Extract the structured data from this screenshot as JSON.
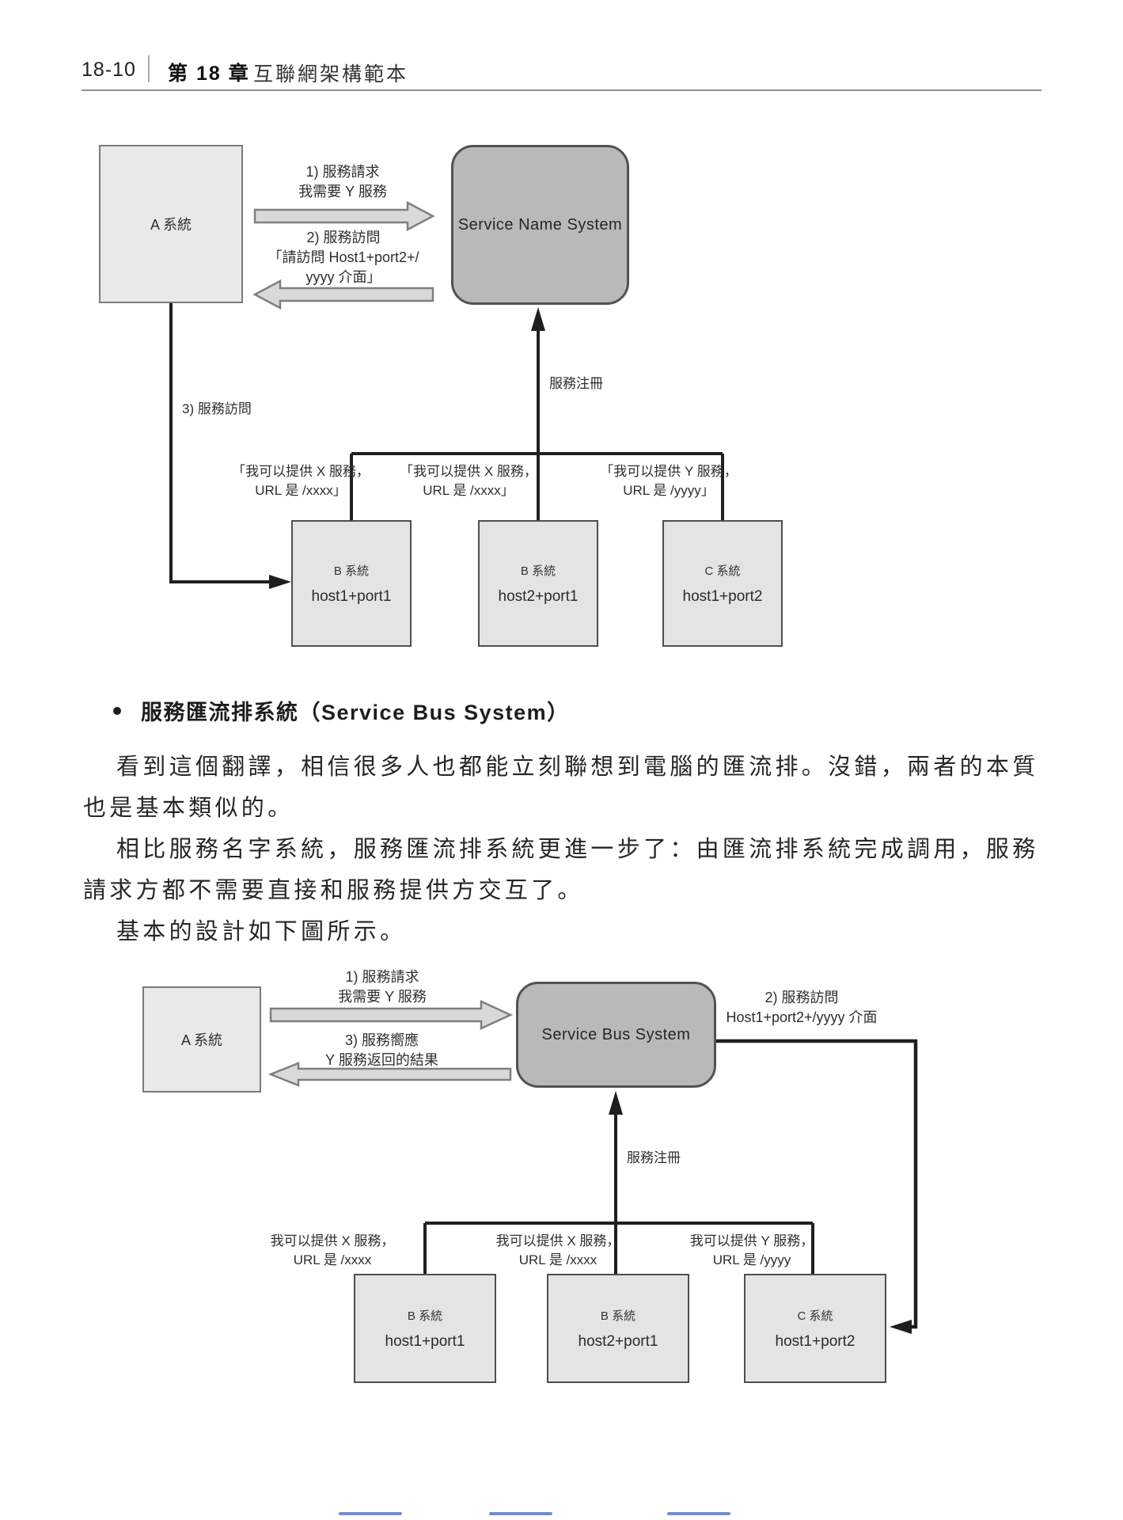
{
  "header": {
    "page_number": "18-10",
    "chapter": "第 18 章",
    "chapter_title": "互聯網架構範本"
  },
  "section": {
    "heading": "服務匯流排系統（Service Bus System）",
    "p1_line1": "看到這個翻譯，相信很多人也都能立刻聯想到電腦的匯流排。沒錯，兩者的本質",
    "p1_line2": "也是基本類似的。",
    "p2_line1": "相比服務名字系統，服務匯流排系統更進一步了：由匯流排系統完成調用，服務",
    "p2_line2": "請求方都不需要直接和服務提供方交互了。",
    "p3_line1": "基本的設計如下圖所示。"
  },
  "diagram1": {
    "system_a": "A 系統",
    "name_system": "Service Name System",
    "request_line1": "1) 服務請求",
    "request_line2": "我需要 Y 服務",
    "visit2_line1": "2) 服務訪問",
    "visit2_line2": "「請訪問 Host1+port2+/",
    "visit2_line3": "yyyy 介面」",
    "register_label": "服務注冊",
    "visit3_label": "3) 服務訪問",
    "providers": [
      {
        "bubble_line1": "「我可以提供 X 服務，",
        "bubble_line2": "URL 是 /xxxx」",
        "name": "B 系統",
        "host": "host1+port1"
      },
      {
        "bubble_line1": "「我可以提供 X 服務，",
        "bubble_line2": "URL 是 /xxxx」",
        "name": "B 系統",
        "host": "host2+port1"
      },
      {
        "bubble_line1": "「我可以提供 Y 服務，",
        "bubble_line2": "URL 是 /yyyy」",
        "name": "C 系統",
        "host": "host1+port2"
      }
    ]
  },
  "diagram2": {
    "system_a": "A 系統",
    "bus_system": "Service Bus System",
    "request_line1": "1) 服務請求",
    "request_line2": "我需要 Y 服務",
    "visit2_line1": "2) 服務訪問",
    "visit2_line2": "Host1+port2+/yyyy 介面",
    "response_line1": "3) 服務嚮應",
    "response_line2": "Y 服務返回的結果",
    "register_label": "服務注冊",
    "providers": [
      {
        "bubble_line1": "我可以提供 X 服務，",
        "bubble_line2": "URL 是 /xxxx",
        "name": "B 系統",
        "host": "host1+port1"
      },
      {
        "bubble_line1": "我可以提供 X 服務，",
        "bubble_line2": "URL 是 /xxxx",
        "name": "B 系統",
        "host": "host2+port1"
      },
      {
        "bubble_line1": "我可以提供 Y 服務，",
        "bubble_line2": "URL 是 /yyyy",
        "name": "C 系統",
        "host": "host1+port2"
      }
    ]
  },
  "colors": {
    "line": "#1f1f1f",
    "block_arrow_fill": "#d9d9d9",
    "block_arrow_stroke": "#7f7f7f",
    "light_box_fill": "#e9e9e9",
    "system_box_fill": "#b9b9b9"
  }
}
